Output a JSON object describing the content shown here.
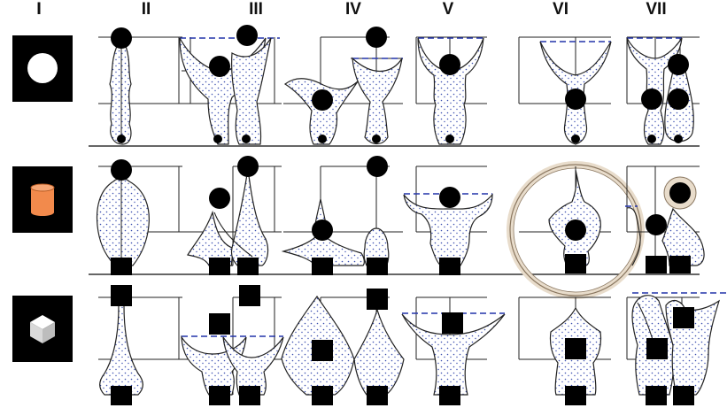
{
  "figure": {
    "columns": [
      "I",
      "II",
      "III",
      "IV",
      "V",
      "VI",
      "VII"
    ],
    "rows": [
      {
        "key": "sphere",
        "icon": "white-circle-on-black-square-icon",
        "colors": {
          "shape": "#ffffff",
          "background": "#000000"
        }
      },
      {
        "key": "cylinder",
        "icon": "orange-cylinder-on-black-square-icon",
        "colors": {
          "shape": "#f28a4c",
          "background": "#000000"
        }
      },
      {
        "key": "cube",
        "icon": "white-cube-on-black-square-icon",
        "colors": {
          "shape": "#ffffff",
          "background": "#000000"
        }
      }
    ],
    "colors": {
      "dash": "#2233aa",
      "stipple": "#3b4fb0",
      "ring": "#e8dccb",
      "ink": "#000000"
    }
  }
}
